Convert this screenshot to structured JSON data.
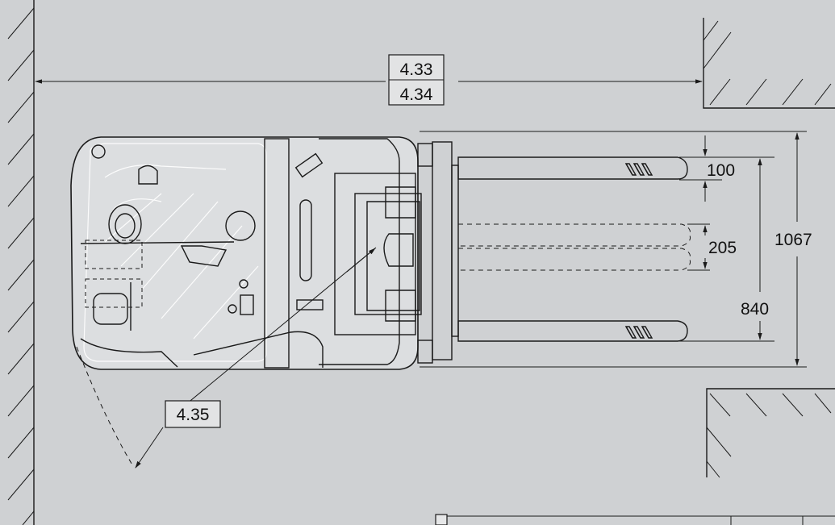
{
  "labels": {
    "turning_aisle": "4.33",
    "aisle_width": "4.34",
    "turning_radius": "4.35",
    "fork_thickness": "100",
    "fork_width": "205",
    "fork_spread": "840",
    "overall_width": "1067"
  },
  "colors": {
    "background": "#cfd1d3",
    "ink": "#1a1a1a",
    "vehicle_fill": "#dcdee0",
    "label_box": "#e2e3e4"
  }
}
